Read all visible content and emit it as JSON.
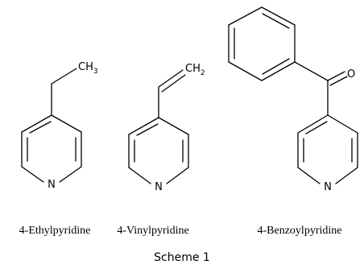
{
  "compounds": [
    {
      "name": "4-Ethylpyridine",
      "substituent_label": "CH",
      "substituent_subscript": "3",
      "ring_atom": "N"
    },
    {
      "name": "4-Vinylpyridine",
      "substituent_label": "CH",
      "substituent_subscript": "2",
      "ring_atom": "N"
    },
    {
      "name": "4-Benzoylpyridine",
      "substituent_label": "O",
      "ring_atom": "N"
    }
  ],
  "caption": "Scheme 1",
  "colors": {
    "ink": "#000000",
    "background": "#ffffff"
  }
}
